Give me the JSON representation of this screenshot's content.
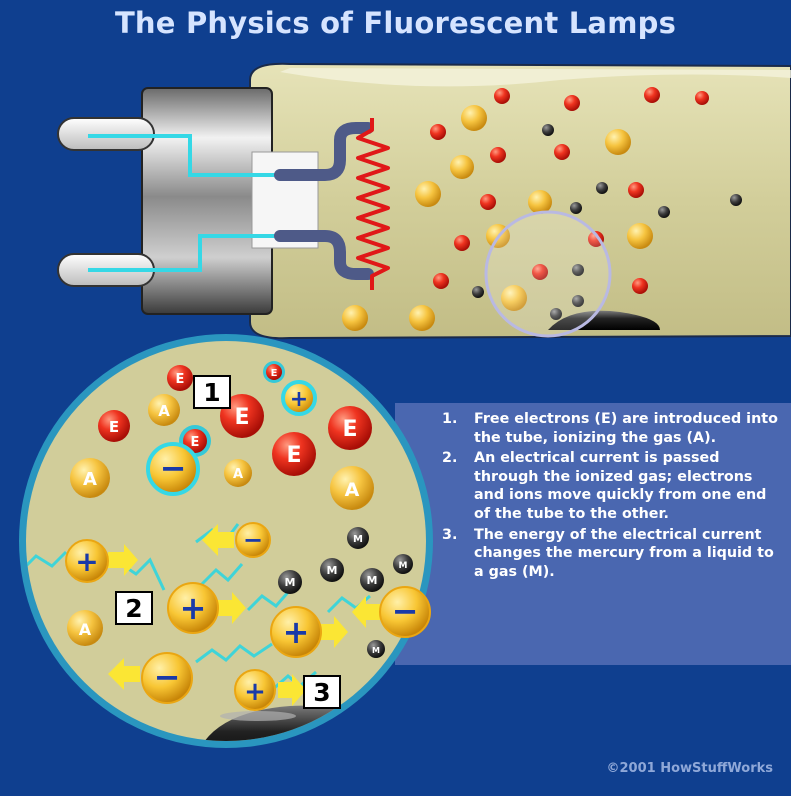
{
  "title": "The Physics of Fluorescent Lamps",
  "steps": [
    {
      "num": "1.",
      "text": "Free electrons (E) are introduced into the tube, ionizing the gas (A)."
    },
    {
      "num": "2.",
      "text": "An electrical current is passed through the ionized gas; electrons and ions move quickly from one end of the tube to the other."
    },
    {
      "num": "3.",
      "text": "The energy of the electrical current changes the mercury from a liquid to a gas (M)."
    }
  ],
  "copyright": "©2001 HowStuffWorks",
  "labels": {
    "electron": "E",
    "gas_atom": "A",
    "mercury": "M",
    "positive_ion": "+",
    "negative": "−",
    "marker_1": "1",
    "marker_2": "2",
    "marker_3": "3"
  },
  "colors": {
    "background": "#0f3f8f",
    "tube": "#d3cf9a",
    "electron": "#e8281a",
    "gas_atom": "#f2b428",
    "mercury": "#4a4a4a",
    "wire": "#35d8e6",
    "filament": "#e01818",
    "text_panel": "#4a67b0"
  }
}
